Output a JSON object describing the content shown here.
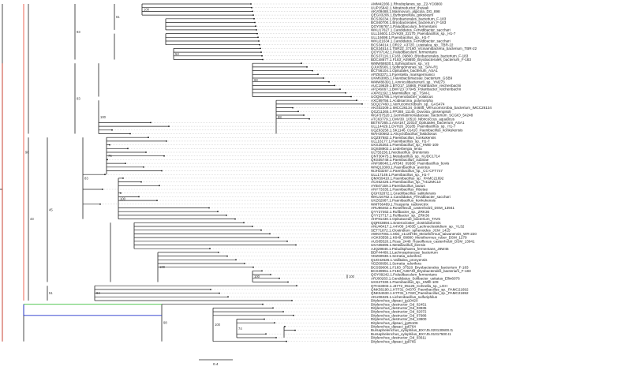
{
  "colors": {
    "branch_default": "#222222",
    "branch_red": "#e8402a",
    "branch_green": "#3fbf3f",
    "branch_blue": "#2233cc",
    "leader_line": "#999999",
    "tip_dot": "#111111"
  },
  "scale_bar": {
    "label": "0.4"
  },
  "leaves": [
    "AMM42266.1.Rhodoplanes_sp._Z2-YC6860",
    "UUP15842.1.Nitratireductor_thuwali",
    "AKV09488.1.Marinovum_algicola_DG_898",
    "QEG03206.1.Bythopirellula_goksoeyrii",
    "BCS39234.1.Bryobacterales_bacterium_F-183",
    "BCS60700.1.Bryobacterales_bacterium_F-183",
    "QOY06767.1.Paludibaculum_fermentans",
    "WKU17627.1.Candidatus_Fervidibacter_sacchari",
    "ULL16601.1.DVH28_22170_Paenibacillus_sp._H1-7",
    "ULL16698.1.Paenibacillus_sp._H1-7",
    "WKU21634.1.Candidatus_Fervidibacter_sacchari",
    "BCS34614.1.DR22_A3720_Luteitalea_sp._TBR-22",
    "BCS34514.1.TBR22_37160_Vicinamibacteria_bacterium_TBR-22",
    "QOY07142.1.Paludibaculum_fermentans",
    "BCS37116.1.F183_09800_Bryobacterales_bacterium_F-183",
    "BDC48677.1.F183_A09850_Bryobacterales_bacterium_F-183",
    "WMW68630.1.Sphingobium_sp._V4",
    "QJU05565.1.Sphingomonas_sp._SPA-R1",
    "BCT56104.1.Opitutales_bacterium_ASA1",
    "APZ93371.1.Fuerstella_marisgermanici",
    "UKM63865.1.Flavobacteriaceae_bacterium_GSB9",
    "WMW86391.1.Amniculibacterium_sp._YM273",
    "AUC19629.1.BTO17_15865_Polaribacter_reichenbachii",
    "APZ46067.1.BW723_07945_Polaribacter_reichenbachii",
    "AXP81192.1.Marinilaflex_sp._TSM-1",
    "UOQ64795.1.Hymenobacter_volaticus",
    "AXC89756.1.Acidisarcina_polymorpha",
    "SDQ27460.1.Verrucomicrobium_sp._GAS474",
    "AKG02209.1.IMCC26134_04605_Verrucomicrobia_bacterium_IMCC26134",
    "QGZ11265.1.FP288_11145_Duvosia_ginsengisoli",
    "WGF57520.1.Gemmatimonadaceae_bacterium_SCGIO_54248",
    "ATC63779.1.CMV30_10510_Nibricoccus_aquaticus",
    "BET67265.1.ASA1KI_22010_Opitutales_bacterium_ASA1",
    "ULL14429.1.DVH26_26185_Paenibacillus_sp._H1-7",
    "UQZ63258.1.SK1146_01410_Paenibacillus_konkukensis",
    "WAH30662.1.Alicyclobacillus_fastidiosus",
    "UQZ87682.1.Paenibacillus_konkukensis",
    "ULL16177.1.Paenibacillus_sp._H1-7",
    "UKS25363.1.Paenibacillus_sp._HWE-109",
    "SQS08902.1.Lederbergia_lenta",
    "ULT55156.1.Neobacillus_drentensis",
    "QNT30475.1.Metabacillus_sp._KUDC1714",
    "QKS05748.1.Paenibacillus_xuanlae",
    "ANF98648.1.AR543_09380_Paenibacillus_bovis",
    "WNQ13300.1.Paenibacillus_aventus",
    "WJH33267.1.Paenibacillus_sp._CC-CFT747",
    "ULL17149.1.Paenibacillus_sp._H1-7",
    "QMX59410.1.Paenibacillus_sp._PAMC21692",
    "ACX62426.1.Paenibacillus_sp._Y412MC10",
    "AYB47159.1.Paenibacillus_lautus",
    "ANY73335.1.Paenibacillus_ihbetae",
    "QGH32872.1.Gracilibacillus_salitolerans",
    "WKU16762.1.Candidatus_Fervidibacter_sacchari",
    "UKZ62987.1.Paenibacillus_konkukensis",
    "WMT66489.1.Trueperia_radiovictrix",
    "ARU86462.1.Roseiflexus_castenholzii_DSM_13941",
    "QYY27462.1.Rufibacter_sp._ZRK36",
    "QYY27717.1.Rufibacter_sp._ZRK36",
    "AHF91430.1.Opitutaceae_bacterium_TAV5",
    "QQR03894.1.Enterocloster_clostridioformis",
    "ANU46417.1.A4V08_24035_Lachnoclostridium_sp._YL32",
    "SET71872.1.Clostridium_sphenoides_JCM_1415",
    "AWK07061.1.Misi_v1c25736_Meiothermus_taiwanensis_WR-220",
    "AGK03556.1.K649_09880_Meiothermus_ruber_DSM_1279",
    "AUS85520.1.Rcas_2448_Roseiflexus_castenholzii_DSM_13941",
    "UKA65695.1.Metabacillus_iliensis",
    "AJQ29846.1.Paludisphaera_fermentans_J8W46",
    "BDF44489.1.Lachnospiraceae_bacterium",
    "VDZ60938.1.Serratia_odorifera",
    "QUO42626.1.Vallitalea_pronyensis",
    "VDZ60956.1.Serratia_odorifera",
    "BCS59600.1.F183_37520_Bryobacterales_bacterium_F-183",
    "BCS39951.1.F183_A38740_Bryobacterales_bacterium_F-183",
    "QOY09242.1.Paludibaculum_fermentans",
    "ARJ00263.1.Candidatus_Solibacter_usitatus_Ellin6076",
    "UKS27330.1.Paenibacillus_sp._HWE-109",
    "QTH43003.1.J4772_05125_Cohnella_sp._LGH",
    "QNK56190.1.H7F31_04370_Paenibacillus_sp._PAMC21692",
    "QNK54633.1.H7F31_17320_Paenibacillus_sp._PAMC21692",
    "AKU06325.1.Lichenibacillus_sulfuriphilus",
    "Ditylenchus_dipsaci_jg10420",
    "Ditylenchus_destructor_Dd_02451",
    "Ditylenchus_destructor_Dd_03835",
    "Ditylenchus_destructor_Dd_02072",
    "Ditylenchus_destructor_Dd_07986",
    "Ditylenchus_destructor_Dd_13800",
    "Ditylenchus_dipsaci_jg25106",
    "Ditylenchus_dipsaci_jg6764",
    "Bursaphelenchus_xylophilus_BXYJ5.020130600.t1",
    "Bursaphelenchus_xylophilus_BXYJ5.01017500.t1",
    "Ditylenchus_destructor_Dd_03611",
    "Ditylenchus_dipsaci_jg9765"
  ]
}
